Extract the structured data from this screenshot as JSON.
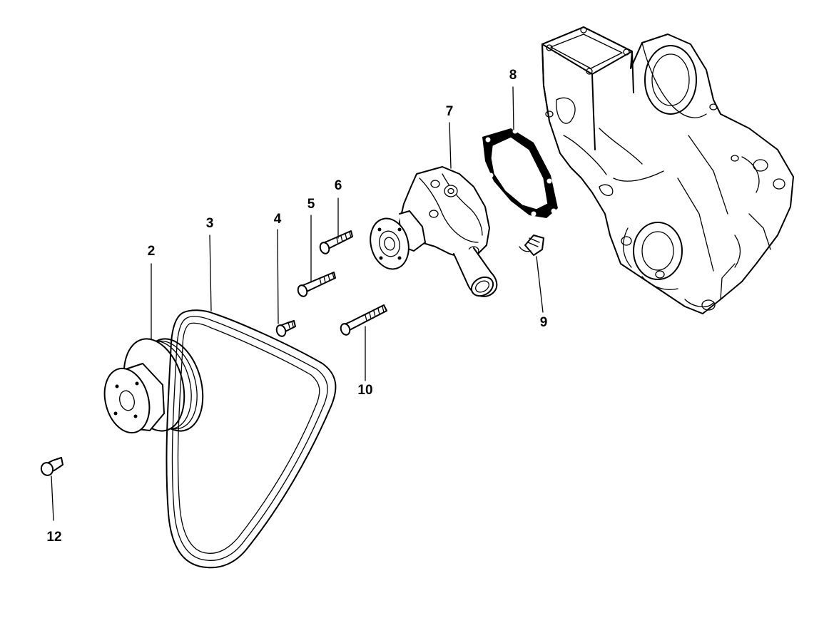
{
  "callouts": {
    "c2": "2",
    "c3": "3",
    "c4": "4",
    "c5": "5",
    "c6": "6",
    "c7": "7",
    "c8": "8",
    "c9": "9",
    "c10": "10",
    "c12": "12"
  }
}
